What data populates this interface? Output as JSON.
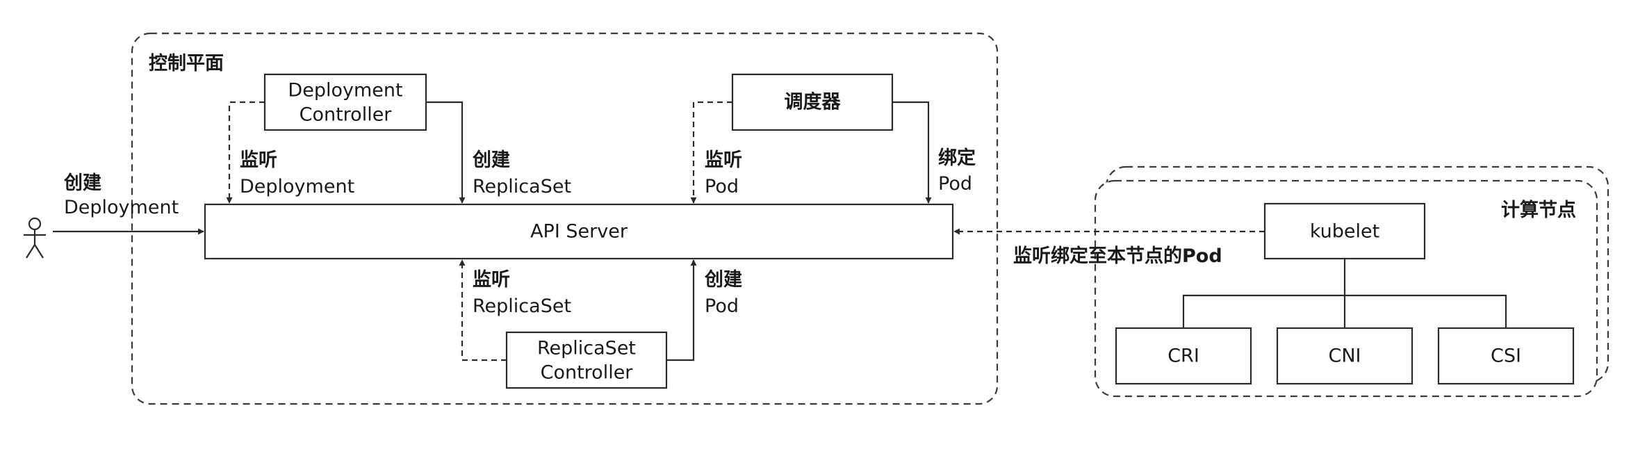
{
  "control_plane": {
    "title": "控制平面"
  },
  "compute_node": {
    "title": "计算节点"
  },
  "nodes": {
    "deployment_controller": [
      "Deployment",
      "Controller"
    ],
    "scheduler": "调度器",
    "api_server": "API Server",
    "replicaset_controller": [
      "ReplicaSet",
      "Controller"
    ],
    "kubelet": "kubelet",
    "cri": "CRI",
    "cni": "CNI",
    "csi": "CSI"
  },
  "edges": {
    "user_create": [
      "创建",
      "Deployment"
    ],
    "dc_watch": [
      "监听",
      "Deployment"
    ],
    "dc_create": [
      "创建",
      "ReplicaSet"
    ],
    "sched_watch": [
      "监听",
      "Pod"
    ],
    "sched_bind": [
      "绑定",
      "Pod"
    ],
    "rc_watch": [
      "监听",
      "ReplicaSet"
    ],
    "rc_create": [
      "创建",
      "Pod"
    ],
    "kubelet_watch": "监听绑定至本节点的Pod"
  },
  "icons": {
    "user": "user-icon"
  }
}
